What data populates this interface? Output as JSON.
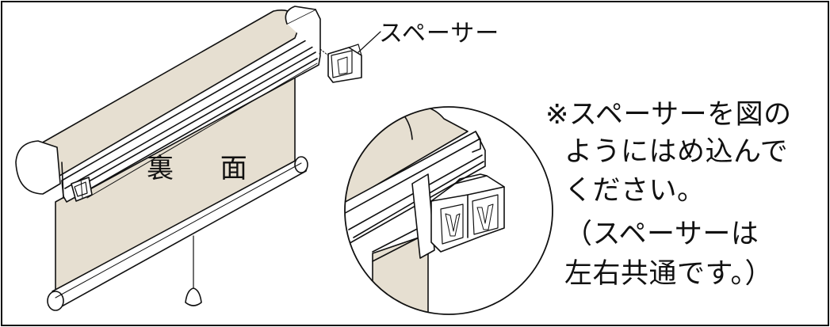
{
  "labels": {
    "spacer": "スペーサー",
    "back_side": "裏 面"
  },
  "note": {
    "lines": [
      "※スペーサーを図の",
      "ようにはめ込んで",
      "ください。",
      "（スペーサーは",
      "左右共通です。）"
    ]
  },
  "colors": {
    "fabric": "#e6dfd1",
    "outline": "#111111",
    "metal": "#ffffff"
  }
}
